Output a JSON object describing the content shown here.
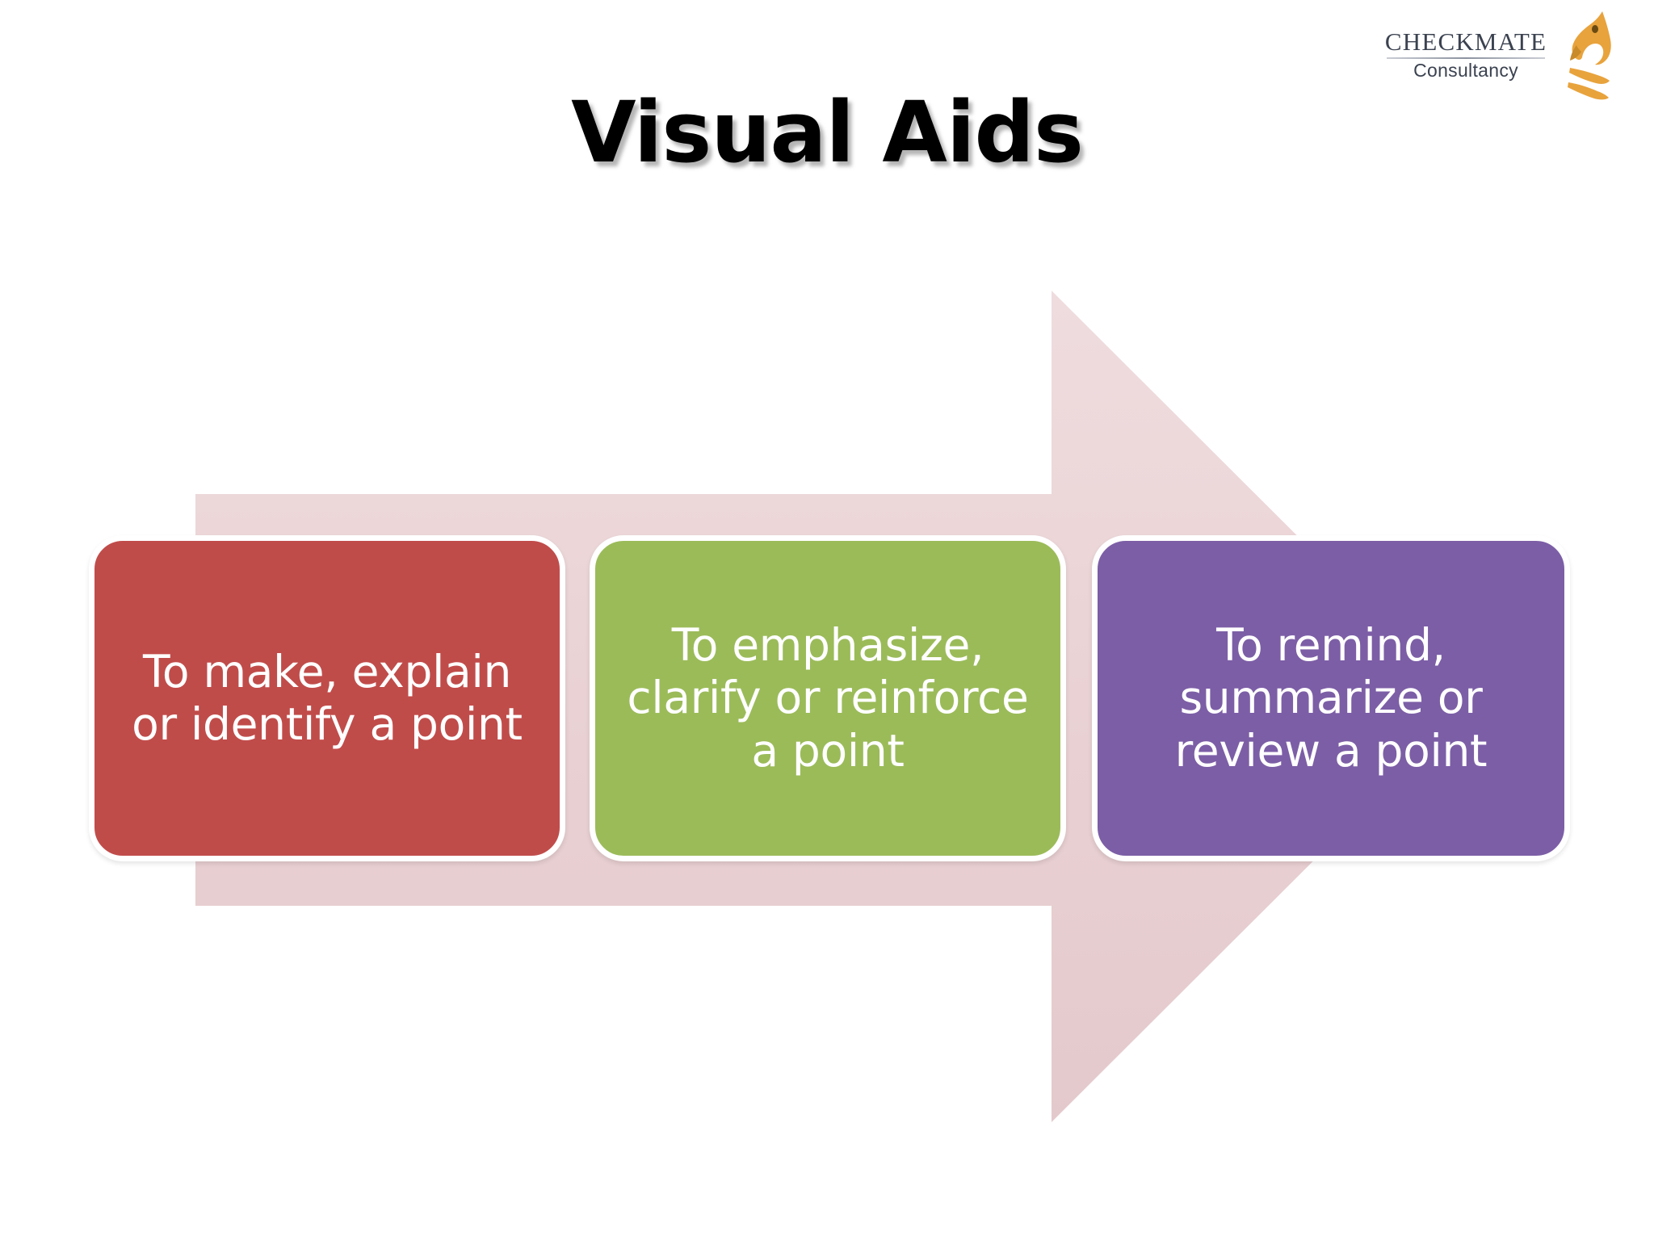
{
  "slide": {
    "title": "Visual Aids",
    "background_color": "#ffffff"
  },
  "logo": {
    "name": "CHECKMATE",
    "tagline": "Consultancy",
    "icon": "chess-knight-icon",
    "text_color": "#3b4250",
    "icon_color": "#E8A33D"
  },
  "diagram": {
    "type": "process-arrow",
    "arrow_color": "#E9D1D3",
    "direction": "left-to-right",
    "steps": [
      {
        "id": "step-1",
        "text": "To make, explain or identify a point",
        "color": "#C04C4A",
        "text_color": "#ffffff"
      },
      {
        "id": "step-2",
        "text": "To emphasize, clarify or reinforce a point",
        "color": "#9BBB59",
        "text_color": "#ffffff"
      },
      {
        "id": "step-3",
        "text": "To remind, summarize or review a point",
        "color": "#7C5EA6",
        "text_color": "#ffffff"
      }
    ]
  }
}
